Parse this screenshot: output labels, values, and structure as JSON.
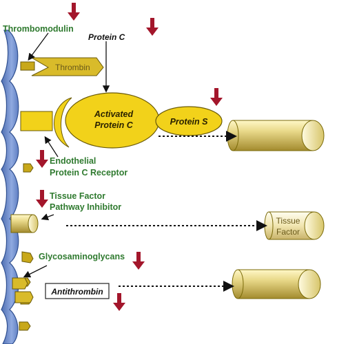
{
  "labels": {
    "thrombomodulin": "Thrombomodulin",
    "thrombin": "Thrombin",
    "protein_c": "Protein C",
    "activated_protein_c_line1": "Activated",
    "activated_protein_c_line2": "Protein C",
    "protein_s": "Protein S",
    "epcr_line1": "Endothelial",
    "epcr_line2": "Protein C Receptor",
    "tfpi_line1": "Tissue Factor",
    "tfpi_line2": "Pathway Inhibitor",
    "tissue_factor_line1": "Tissue",
    "tissue_factor_line2": "Factor",
    "glycosaminoglycans": "Glycosaminoglycans",
    "antithrombin": "Antithrombin"
  },
  "colors": {
    "membrane": "#6f8fcf",
    "membrane_edge": "#2f4f8f",
    "gold": "#f2d21a",
    "gold_dark": "#7a6a08",
    "cylinder_light": "#ece2a0",
    "cylinder_dark": "#b8a14a",
    "arrow_red": "#a3162b",
    "text_green": "#2f7a2f"
  }
}
